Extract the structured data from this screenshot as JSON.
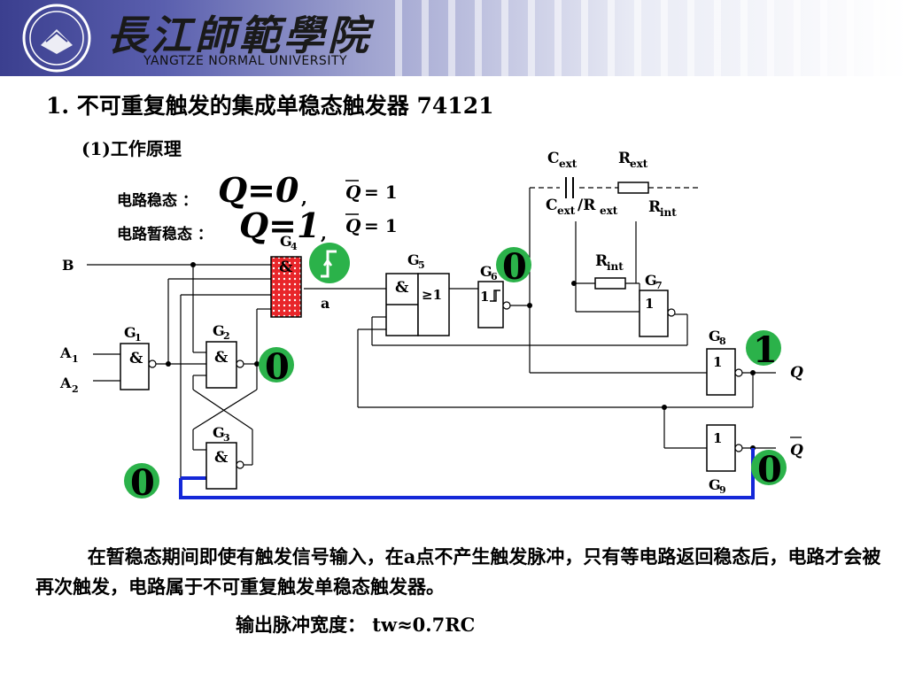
{
  "header": {
    "logo_cn": "長江師範學院",
    "logo_en": "YANGTZE NORMAL UNIVERSITY"
  },
  "title": "1. 不可重复触发的集成单稳态触发器 74121",
  "subtitle": "(1)工作原理",
  "states": {
    "stable_label": "电路稳态 ：",
    "temp_label": "电路暂稳态 ：",
    "q_stable": "Q=0",
    "q_temp": "Q=1",
    "qbar_eq1": "= 1",
    "qbar_eq2": "= 1"
  },
  "diagram": {
    "labels": {
      "B": "B",
      "A1": "A",
      "A1_sub": "1",
      "A2": "A",
      "A2_sub": "2",
      "a": "a",
      "cext": "C",
      "cext_sub": "ext",
      "rext": "R",
      "rext_sub": "ext",
      "cext_rext": "C",
      "cext_rext_sub1": "ext",
      "cext_rext_mid": "/R",
      "cext_rext_sub2": "ext",
      "rint1": "R",
      "rint1_sub": "int",
      "rint2": "R",
      "rint2_sub": "int",
      "Q": "Q",
      "Qbar": "Q"
    },
    "gates": [
      {
        "id": "G1",
        "name": "G",
        "sub": "1",
        "symbol": "&"
      },
      {
        "id": "G2",
        "name": "G",
        "sub": "2",
        "symbol": "&"
      },
      {
        "id": "G3",
        "name": "G",
        "sub": "3",
        "symbol": "&"
      },
      {
        "id": "G4",
        "name": "G",
        "sub": "4",
        "symbol": "&"
      },
      {
        "id": "G5",
        "name": "G",
        "sub": "5",
        "symbol1": "&",
        "symbol2": "≥1"
      },
      {
        "id": "G6",
        "name": "G",
        "sub": "6",
        "symbol": "1"
      },
      {
        "id": "G7",
        "name": "G",
        "sub": "7",
        "symbol": "1"
      },
      {
        "id": "G8",
        "name": "G",
        "sub": "8",
        "symbol": "1"
      },
      {
        "id": "G9",
        "name": "G",
        "sub": "9",
        "symbol": "1"
      }
    ],
    "logic_values": {
      "g6_out": "0",
      "g2_out": "0",
      "g3_in": "0",
      "g8_out": "1",
      "g9_out": "0"
    },
    "colors": {
      "highlight_gate": "#e8262a",
      "feedback_wire": "#1428d8",
      "badge_green": "#2bb24a"
    }
  },
  "paragraph": "在暂稳态期间即使有触发信号输入，在a点不产生触发脉冲，只有等电路返回稳态后，电路才会被再次触发，电路属于不可重复触发单稳态触发器。",
  "formula": "输出脉冲宽度：  tw≈0.7RC"
}
